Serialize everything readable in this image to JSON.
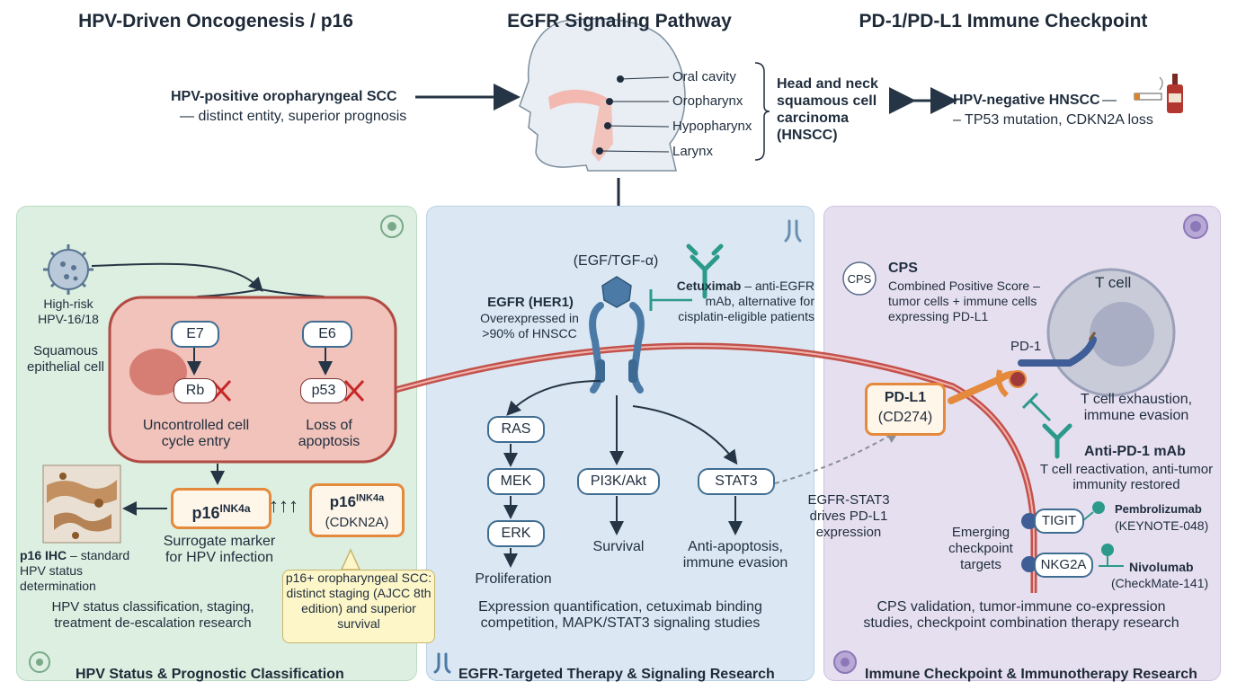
{
  "header": {
    "hpv_pos_title": "HPV-positive oropharyngeal SCC",
    "hpv_pos_sub": "— distinct entity, superior prognosis",
    "site_labels": [
      "Oral cavity",
      "Oropharynx",
      "Hypopharynx",
      "Larynx"
    ],
    "hnscc_title": "Head and neck squamous cell carcinoma (HNSCC)",
    "hpv_neg_title": "HPV-negative HNSCC",
    "hpv_neg_sub": "– TP53 mutation, CDKN2A loss"
  },
  "hpv_panel": {
    "title": "HPV-Driven Oncogenesis / p16",
    "virus_label": "High-risk HPV-16/18",
    "cell_label": "Squamous epithelial cell",
    "e7": "E7",
    "e6": "E6",
    "rb": "Rb",
    "p53": "p53",
    "e7_effect": "Uncontrolled cell cycle entry",
    "e6_effect": "Loss of apoptosis",
    "p16_main_base": "p16",
    "p16_main_sup": "INK4a",
    "p16_gene_base": "p16",
    "p16_gene_sup": "INK4a",
    "p16_gene_name": "(CDKN2A)",
    "up_arrows": "↑↑↑",
    "surrogate": "Surrogate marker for HPV infection",
    "ihc_title": "p16 IHC",
    "ihc_desc": "– standard HPV status determination",
    "research": "HPV status classification, staging, treatment de-escalation research",
    "callout": "p16+ oropharyngeal SCC: distinct staging (AJCC 8th edition) and superior survival",
    "footer": "HPV Status & Prognostic Classification"
  },
  "egfr_panel": {
    "title": "EGFR Signaling Pathway",
    "ligand": "(EGF/TGF-α)",
    "receptor_title": "EGFR (HER1)",
    "receptor_desc": "Overexpressed in >90% of HNSCC",
    "cetuximab_title": "Cetuximab",
    "cetuximab_desc": "– anti-EGFR mAb, alternative for cisplatin-eligible patients",
    "ras": "RAS",
    "mek": "MEK",
    "erk": "ERK",
    "pi3k": "PI3K/Akt",
    "stat3": "STAT3",
    "proliferation": "Proliferation",
    "survival": "Survival",
    "anti_apoptosis": "Anti-apoptosis, immune evasion",
    "stat3_link": "EGFR-STAT3 drives PD-L1 expression",
    "research": "Expression quantification, cetuximab binding competition, MAPK/STAT3 signaling studies",
    "footer": "EGFR-Targeted Therapy & Signaling Research"
  },
  "pd1_panel": {
    "title": "PD-1/PD-L1 Immune Checkpoint",
    "cps_badge": "CPS",
    "cps_title": "CPS",
    "cps_desc": "Combined Positive Score – tumor cells + immune cells expressing PD-L1",
    "tcell": "T cell",
    "pd1": "PD-1",
    "pdl1": "PD-L1",
    "pdl1_gene": "(CD274)",
    "exhaustion": "T cell exhaustion, immune evasion",
    "anti_pd1_title": "Anti-PD-1 mAb",
    "anti_pd1_desc": "T cell reactivation, anti-tumor immunity restored",
    "emerging": "Emerging checkpoint targets",
    "tigit": "TIGIT",
    "nkg2a": "NKG2A",
    "pembro": "Pembrolizumab",
    "pembro_trial": "(KEYNOTE-048)",
    "nivo": "Nivolumab",
    "nivo_trial": "(CheckMate-141)",
    "research": "CPS validation, tumor-immune co-expression studies, checkpoint combination therapy research",
    "footer": "Immune Checkpoint & Immunotherapy Research"
  },
  "colors": {
    "hpv_panel": "#dcefe0",
    "egfr_panel": "#dbe8f3",
    "pd1_panel": "#e6dff0",
    "tumor_cell": "#f1c3bb",
    "receptor": "#4b7aa6",
    "highlight": "#e58a3c",
    "arrow": "#263545"
  }
}
